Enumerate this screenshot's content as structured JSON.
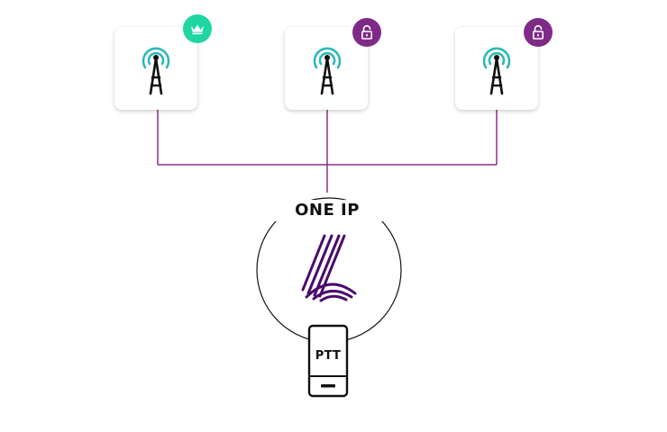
{
  "diagram": {
    "label": "ONE IP",
    "device_label": "PTT",
    "towers": [
      {
        "name": "tower-1",
        "badge_icon": "crown-icon",
        "badge_color": "#1fd6a0"
      },
      {
        "name": "tower-2",
        "badge_icon": "lock-icon",
        "badge_color": "#7e2a86"
      },
      {
        "name": "tower-3",
        "badge_icon": "lock-icon",
        "badge_color": "#7e2a86"
      }
    ],
    "colors": {
      "connector": "#8b2f8b",
      "signal": "#2fb8b8",
      "tower": "#111111",
      "logo": "#4a0a6e"
    },
    "icons": [
      "radio-tower-icon",
      "crown-icon",
      "lock-icon",
      "logo-icon",
      "phone-icon"
    ]
  }
}
